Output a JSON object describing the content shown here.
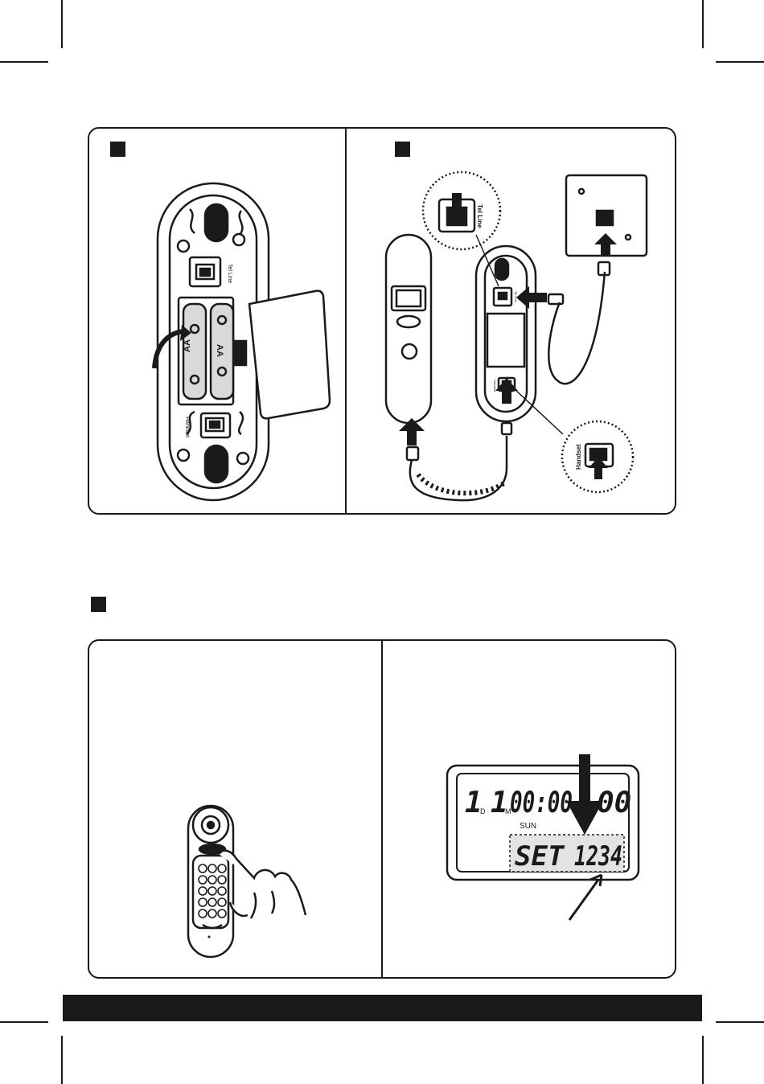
{
  "figure_a": {
    "port_tel_line": "Tel Line",
    "port_handset": "Handset",
    "battery_type": "AA"
  },
  "figure_b": {
    "zoom_tel_line": "Tel Line",
    "zoom_handset": "Handset",
    "base_port_tel": "Tel Line",
    "base_port_handset": "Handset"
  },
  "figure_d": {
    "lcd_day": "1",
    "lcd_day_unit": "D",
    "lcd_month": "1",
    "lcd_month_unit": "M",
    "lcd_time": "00:00",
    "lcd_counter": "00",
    "lcd_weekday": "SUN",
    "lcd_mode": "SET",
    "lcd_code": "1234"
  },
  "colors": {
    "ink": "#1a1a1a",
    "battery_fill": "#d9d9d9",
    "lcd_highlight": "#e3e3e3",
    "footer_bar": "#1a1a1a"
  }
}
